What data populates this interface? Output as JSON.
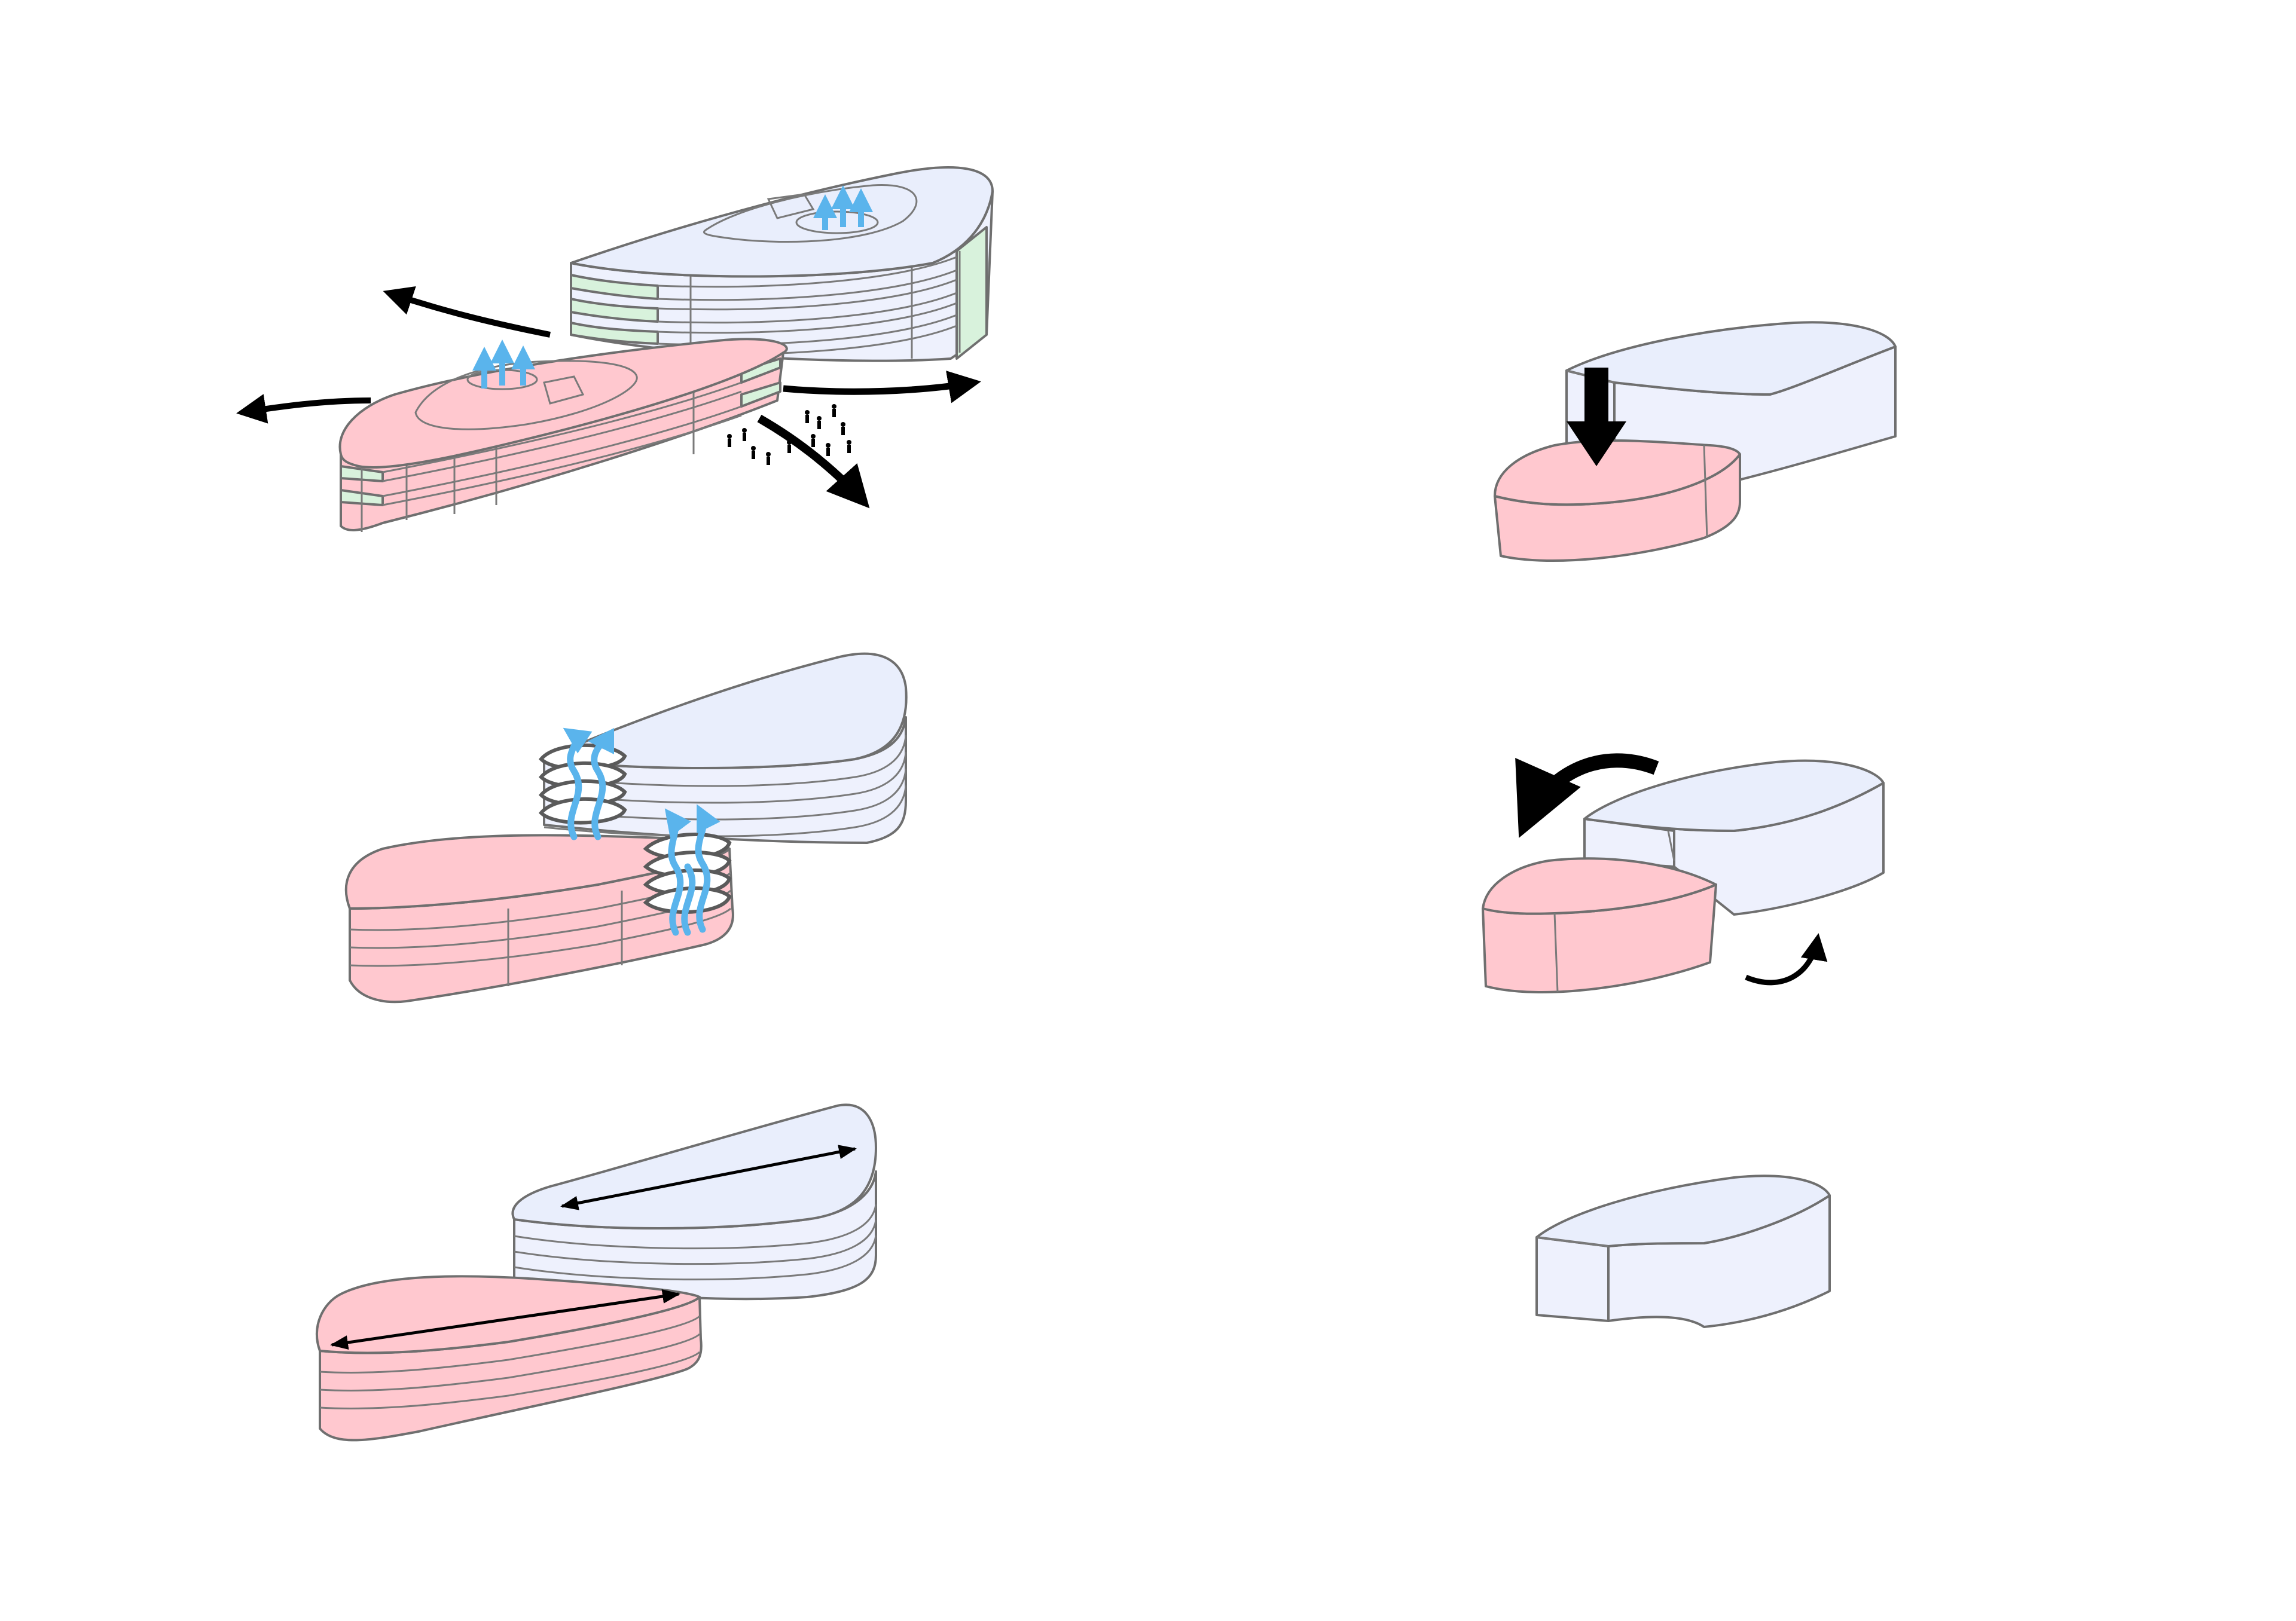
{
  "diagram": {
    "colors": {
      "pink": "#ffc8cf",
      "pink_dark": "#f6b3bc",
      "lavender": "#e9eefc",
      "lavender_side": "#eef1fd",
      "green": "#d8f2dc",
      "blue_arrow": "#5ab4ec",
      "black_arrow": "#000000",
      "outline": "#6f6f6f",
      "background": "#ffffff"
    },
    "panels": [
      {
        "id": "left-top",
        "content": "stacked-floor-buildings-with-circulation-arrows"
      },
      {
        "id": "left-middle",
        "content": "stacked-floor-buildings-with-air-flow-arrows"
      },
      {
        "id": "left-bottom",
        "content": "stacked-floor-buildings-with-span-arrows"
      },
      {
        "id": "right-top",
        "content": "massing-blocks-with-down-arrow"
      },
      {
        "id": "right-middle",
        "content": "massing-blocks-with-rotation-arrows"
      },
      {
        "id": "right-bottom",
        "content": "single-massing-block"
      }
    ],
    "icons": [
      "arrow-down-icon",
      "rotate-arrow-icon",
      "double-headed-arrow-icon",
      "air-flow-arrow-icon",
      "people-icon"
    ]
  }
}
